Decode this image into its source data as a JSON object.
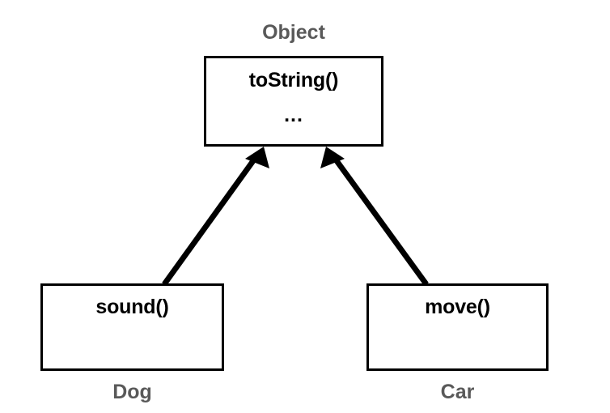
{
  "diagram": {
    "type": "class-inheritance-diagram",
    "background_color": "#ffffff",
    "line_color": "#000000",
    "box_border_color": "#000000",
    "class_name_color": "#595959",
    "member_text_color": "#000000",
    "nodes": [
      {
        "id": "object",
        "title": "Object",
        "title_position": "above",
        "members": [
          "toString()",
          "..."
        ]
      },
      {
        "id": "dog",
        "title": "Dog",
        "title_position": "below",
        "members": [
          "sound()"
        ]
      },
      {
        "id": "car",
        "title": "Car",
        "title_position": "below",
        "members": [
          "move()"
        ]
      }
    ],
    "edges": [
      {
        "id": "dog-to-object",
        "from": "dog",
        "to": "object",
        "kind": "inheritance-arrow",
        "arrowhead": "solid-triangle"
      },
      {
        "id": "car-to-object",
        "from": "car",
        "to": "object",
        "kind": "inheritance-arrow",
        "arrowhead": "solid-triangle"
      }
    ]
  }
}
